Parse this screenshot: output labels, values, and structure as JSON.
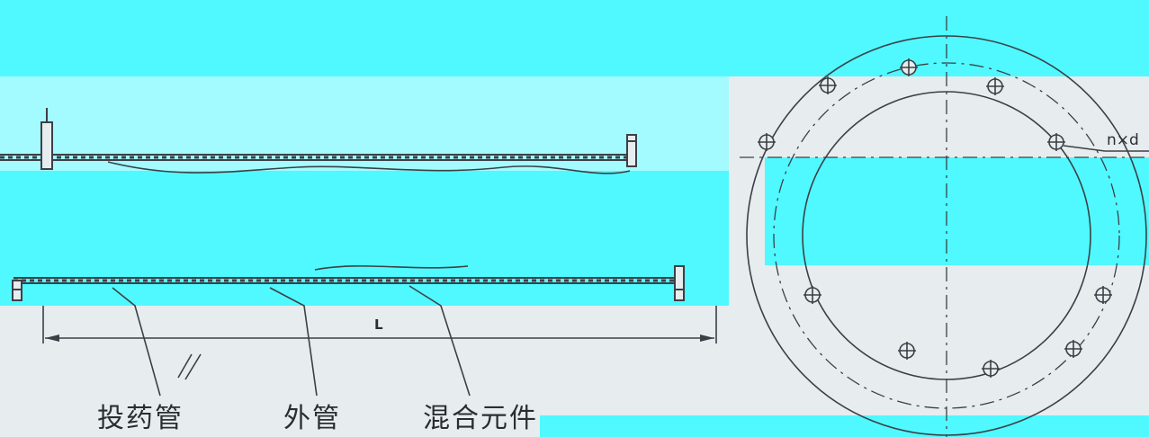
{
  "labels": {
    "injection_pipe": "投药管",
    "outer_pipe": "外管",
    "mixing_element": "混合元件",
    "length": "L",
    "holes": "n×d"
  },
  "colors": {
    "paper": "#e7ecef",
    "ink": "#3c4046",
    "overlay_cyan": "#4ff9ff",
    "overlay_light_cyan": "#a3fbff"
  }
}
